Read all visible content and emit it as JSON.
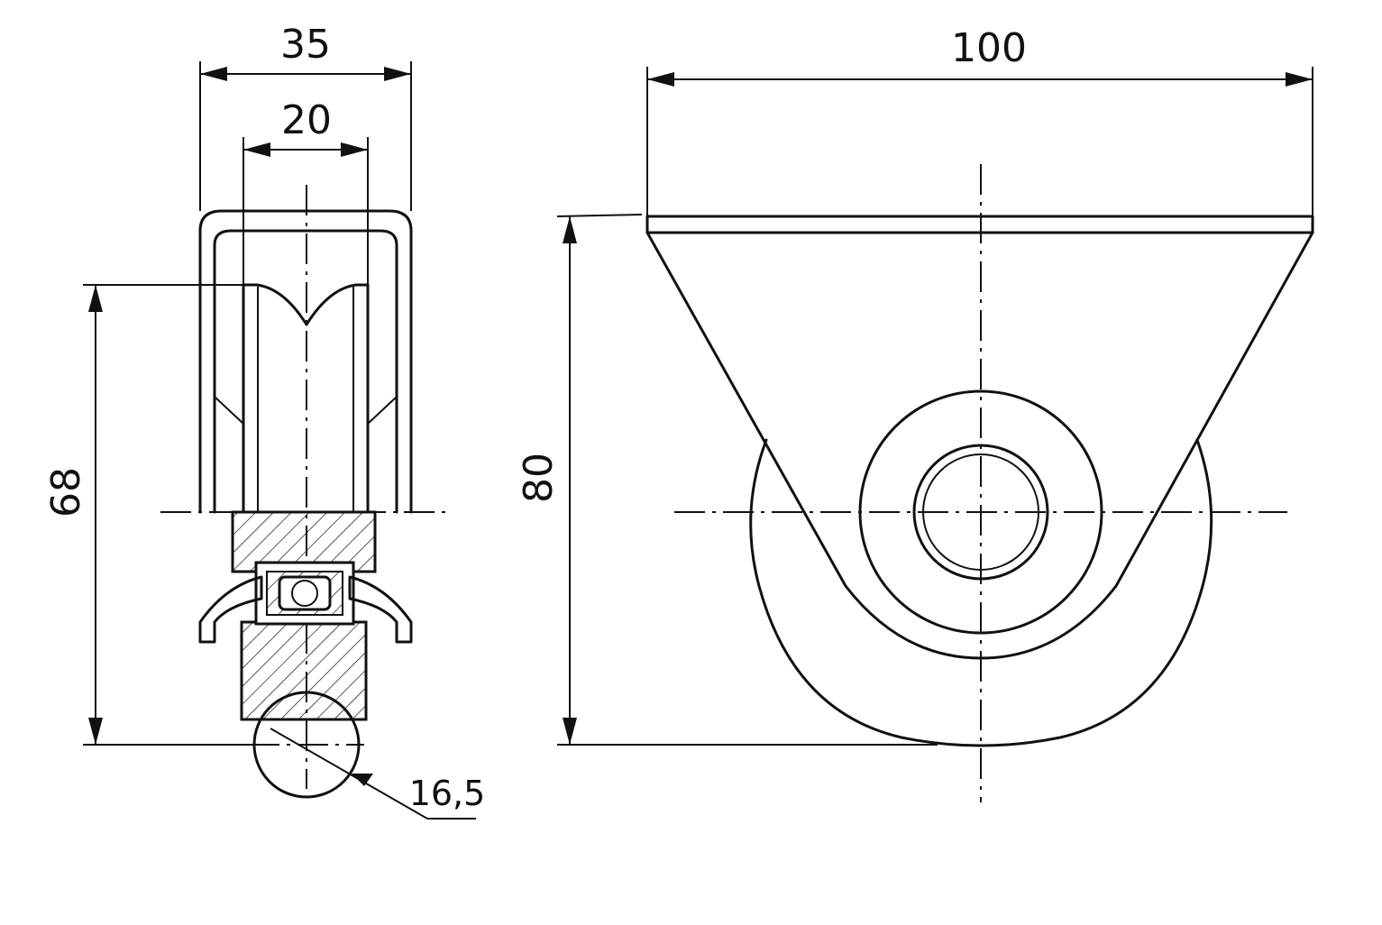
{
  "dimensions": {
    "side_total_width": "35",
    "side_wheel_width": "20",
    "side_height": "68",
    "groove_diameter": "16,5",
    "front_total_width": "100",
    "front_height": "80"
  }
}
